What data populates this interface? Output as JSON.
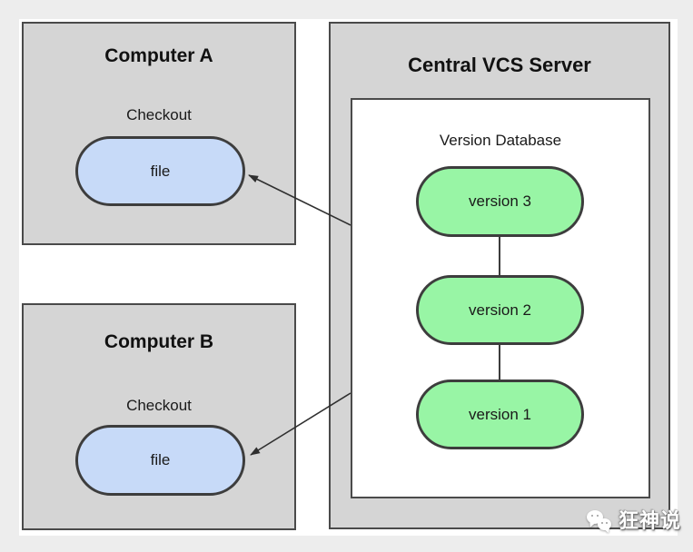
{
  "diagram": {
    "computer_a": {
      "title": "Computer A",
      "action_label": "Checkout",
      "node_label": "file"
    },
    "computer_b": {
      "title": "Computer B",
      "action_label": "Checkout",
      "node_label": "file"
    },
    "server": {
      "title": "Central VCS Server",
      "database": {
        "title": "Version Database",
        "versions": [
          {
            "label": "version 3"
          },
          {
            "label": "version 2"
          },
          {
            "label": "version 1"
          }
        ]
      }
    },
    "arrows": [
      {
        "from": "version-database",
        "to": "computer-a-file"
      },
      {
        "from": "version-database",
        "to": "computer-b-file"
      }
    ],
    "colors": {
      "page_background": "#EDEDED",
      "canvas_background": "#FFFFFF",
      "box_fill": "#D5D5D5",
      "box_border": "#4A4A4A",
      "file_node_fill": "#C7DAF8",
      "version_node_fill": "#98F5A5",
      "node_border": "#3D3D3D",
      "arrow": "#2F2F2F"
    }
  },
  "watermark": {
    "text": "狂神说",
    "icon": "chat-bubbles-icon"
  }
}
